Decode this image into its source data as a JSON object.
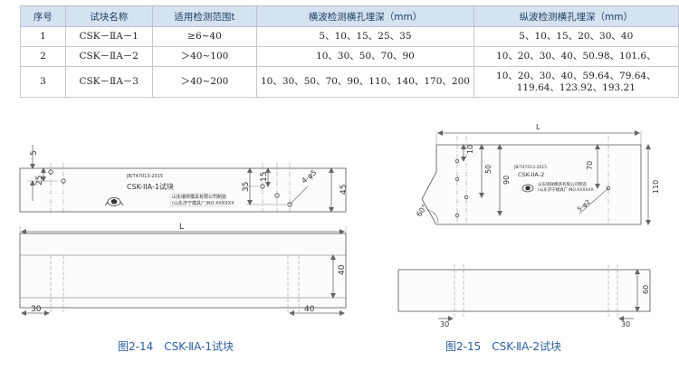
{
  "table": {
    "headers": [
      "序号",
      "试块名称",
      "适用检测范围t",
      "横波检测横孔埋深（mm）",
      "纵波检测横孔埋深（mm）"
    ],
    "rows": [
      [
        "1",
        "CSK－ⅡA－1",
        "≥6~40",
        "5、10、15、25、35",
        "5、10、15、20、30、40"
      ],
      [
        "2",
        "CSK－ⅡA－2",
        "＞40~100",
        "10、30、50、70、90",
        "10、20、30、40、50.98、101.6、"
      ],
      [
        "3",
        "CSK－ⅡA－3",
        "＞40~200",
        "10、30、50、70、90、110、140、170、200",
        "10、20、30、40、59.64、79.64、119.64、123.92、193.21"
      ]
    ]
  },
  "fig1": {
    "caption": "图2-14　CSK-ⅡA-1试块",
    "block_standard": "JB/T47013-2015",
    "block_name": "CSK-IIA-1试块",
    "maker_line1": "山东瑞祥模具有限公司制造",
    "maker_line2": "(山东济宁模具厂)NO.XXXXXX",
    "dims": {
      "d5": "5",
      "d25": "25",
      "d35": "35",
      "d15": "15",
      "d45": "45",
      "dphi": "4-φ5",
      "dL": "L",
      "d40": "40",
      "d30": "30",
      "d40b": "40"
    }
  },
  "fig2": {
    "caption": "图2-15　CSK-ⅡA-2试块",
    "block_standard": "JB/T47013-2015",
    "block_name": "CSK-IIA-2",
    "maker_line1": "山东瑞祥模具有限公司制造",
    "maker_line2": "(山东济宁模具厂)NO.XXXXXX",
    "dims": {
      "dL": "L",
      "d10": "10",
      "d50": "50",
      "d90": "90",
      "d70": "70",
      "d110": "110",
      "d60deg": "60°",
      "dphi": "5-φ2",
      "d60": "60",
      "d30": "30",
      "d30b": "30"
    }
  },
  "colors": {
    "header_bg": "#d5e2f0",
    "header_text": "#1f3f67",
    "caption": "#2c5f9e"
  }
}
